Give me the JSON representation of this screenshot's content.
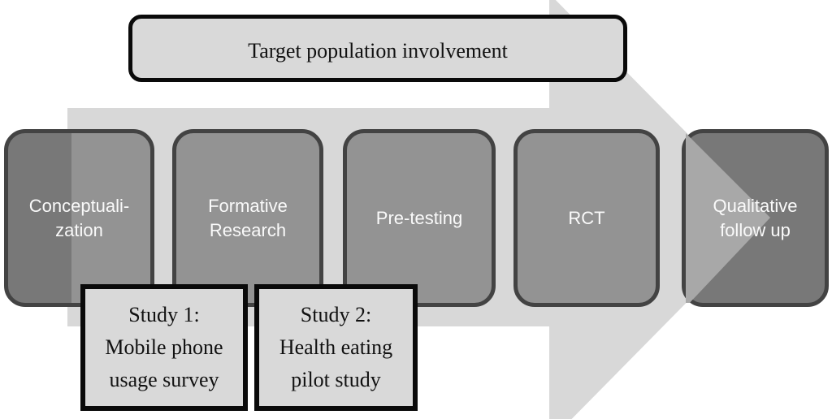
{
  "banner": {
    "label": "Target population involvement"
  },
  "stages": [
    {
      "id": "conceptualization",
      "lines": [
        "Conceptuali-",
        "zation"
      ]
    },
    {
      "id": "formative-research",
      "lines": [
        "Formative",
        "Research"
      ]
    },
    {
      "id": "pre-testing",
      "lines": [
        "Pre-testing"
      ]
    },
    {
      "id": "rct",
      "lines": [
        "RCT"
      ]
    },
    {
      "id": "qualitative-follow-up",
      "lines": [
        "Qualitative",
        "follow up"
      ]
    }
  ],
  "studies": [
    {
      "id": "study-1",
      "lines": [
        "Study 1:",
        "Mobile phone",
        "usage survey"
      ]
    },
    {
      "id": "study-2",
      "lines": [
        "Study 2:",
        "Health eating",
        "pilot study"
      ]
    }
  ],
  "colors": {
    "arrow": "#d8d8d8",
    "stage_light": "#939393",
    "stage_dark": "#787878",
    "stage_overlap": "#a8a8a8",
    "stage_border": "#434343",
    "panel_fill": "#d9d9d9",
    "panel_border": "#0a0a0a",
    "stage_text": "#fafafa",
    "dark_text": "#111111"
  }
}
